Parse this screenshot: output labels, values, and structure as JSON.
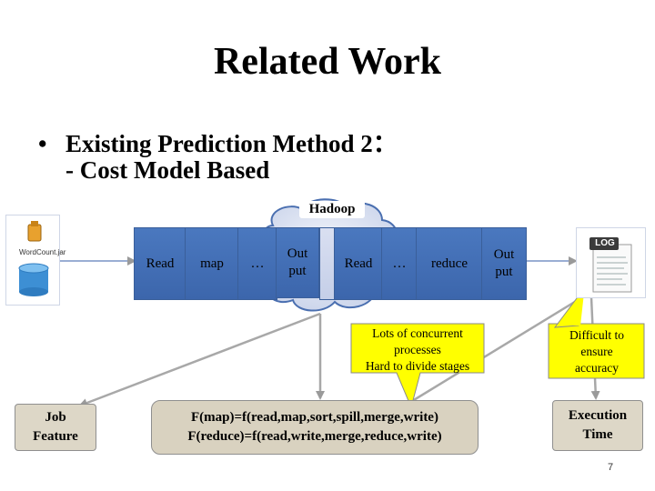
{
  "slide": {
    "title": "Related Work",
    "bullet_symbol": "•",
    "bullet_text": "Existing Prediction Method 2：",
    "sub_text": "- Cost Model Based",
    "page_number": "7"
  },
  "pipeline": {
    "hadoop_label": "Hadoop",
    "stages": [
      {
        "label": "Read"
      },
      {
        "label": "map"
      },
      {
        "label": "…"
      },
      {
        "label": "Out put"
      },
      {
        "label": "Read"
      },
      {
        "label": "…"
      },
      {
        "label": "reduce"
      },
      {
        "label": "Out put"
      }
    ]
  },
  "inputs": {
    "jar_label": "WordCount.jar",
    "log_label": "LOG"
  },
  "callouts": {
    "concurrent": "Lots of concurrent processes Hard to divide stages",
    "concurrent_lines": [
      "Lots of concurrent",
      "processes",
      "Hard to divide stages"
    ],
    "accuracy": "Difficult to ensure accuracy",
    "accuracy_lines": [
      "Difficult to",
      "ensure",
      "accuracy"
    ]
  },
  "bottom": {
    "job_feature": [
      "Job",
      "Feature"
    ],
    "formula_lines": [
      "F(map)=f(read,map,sort,spill,merge,write)",
      "F(reduce)=f(read,write,merge,reduce,write)"
    ],
    "execution_time": [
      "Execution",
      "Time"
    ]
  },
  "colors": {
    "stage_blue": "#4070b8",
    "callout_yellow": "#ffff00",
    "box_tan": "#d9d2c0",
    "arrow_gray": "#a8a8a8"
  }
}
